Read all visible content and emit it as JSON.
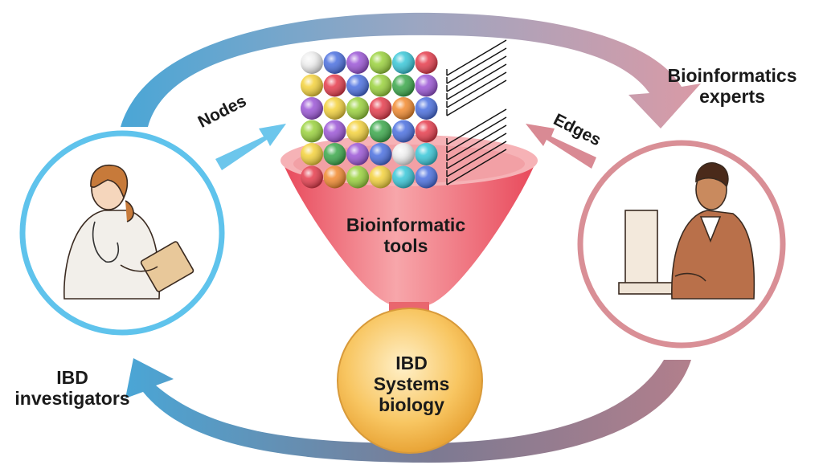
{
  "labels": {
    "experts": [
      "Bioinformatics",
      "experts"
    ],
    "investigators": [
      "IBD",
      "investigators"
    ],
    "tools": [
      "Bioinformatic",
      "tools"
    ],
    "ibd_systems": [
      "IBD",
      "Systems",
      "biology"
    ],
    "nodes": "Nodes",
    "edges": "Edges"
  },
  "icons": {
    "investigator": "female-doctor-with-clipboard-icon",
    "expert": "man-at-computer-icon"
  },
  "colors": {
    "blue": "#5fc3ec",
    "pink": "#d98f96",
    "funnel": "#ee6b72",
    "result": "#f5b94a",
    "node_palette": [
      "#f4d23c",
      "#4a6fe0",
      "#e63c4c",
      "#9ad23c",
      "#9b55d6",
      "#38c7d8",
      "#f28a2e",
      "#eeeeee",
      "#3aa84a"
    ]
  },
  "node_grid": [
    [
      7,
      1,
      4,
      3,
      5,
      2
    ],
    [
      0,
      2,
      1,
      3,
      8,
      4
    ],
    [
      4,
      0,
      3,
      2,
      6,
      1
    ],
    [
      3,
      4,
      0,
      8,
      1,
      2
    ],
    [
      0,
      8,
      4,
      1,
      7,
      5
    ],
    [
      2,
      6,
      3,
      0,
      5,
      1
    ]
  ]
}
